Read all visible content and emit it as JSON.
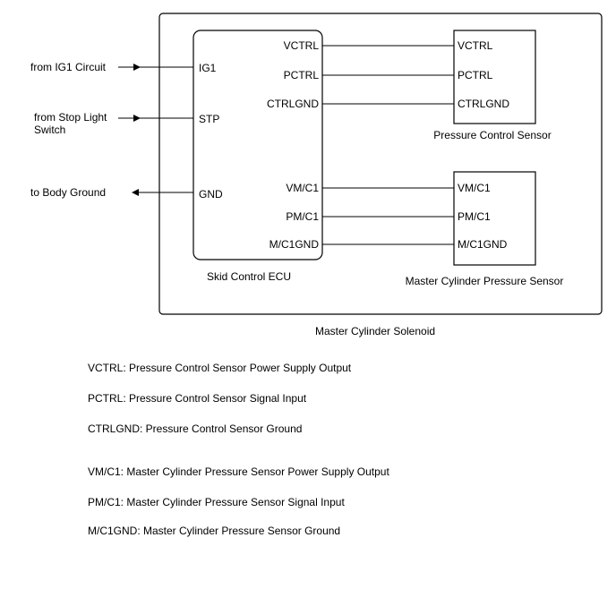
{
  "solenoid": {
    "label": "Master Cylinder Solenoid"
  },
  "ecu": {
    "label": "Skid Control ECU",
    "pins_left": [
      "IG1",
      "STP",
      "GND"
    ],
    "pins_right": [
      "VCTRL",
      "PCTRL",
      "CTRLGND",
      "VM/C1",
      "PM/C1",
      "M/C1GND"
    ]
  },
  "external": {
    "ig1": "from IG1 Circuit",
    "stp_line1": "from Stop Light",
    "stp_line2": "Switch",
    "gnd": "to Body Ground"
  },
  "pressure_control_sensor": {
    "label": "Pressure Control Sensor",
    "pins": [
      "VCTRL",
      "PCTRL",
      "CTRLGND"
    ]
  },
  "master_cylinder_pressure_sensor": {
    "label": "Master Cylinder Pressure Sensor",
    "pins": [
      "VM/C1",
      "PM/C1",
      "M/C1GND"
    ]
  },
  "legend": [
    "VCTRL:  Pressure Control Sensor Power Supply Output",
    "PCTRL:  Pressure Control Sensor Signal Input",
    "CTRLGND: Pressure Control Sensor Ground",
    "VM/C1: Master Cylinder Pressure Sensor Power Supply Output",
    "PM/C1: Master Cylinder Pressure Sensor Signal Input",
    "M/C1GND: Master Cylinder Pressure Sensor Ground"
  ]
}
